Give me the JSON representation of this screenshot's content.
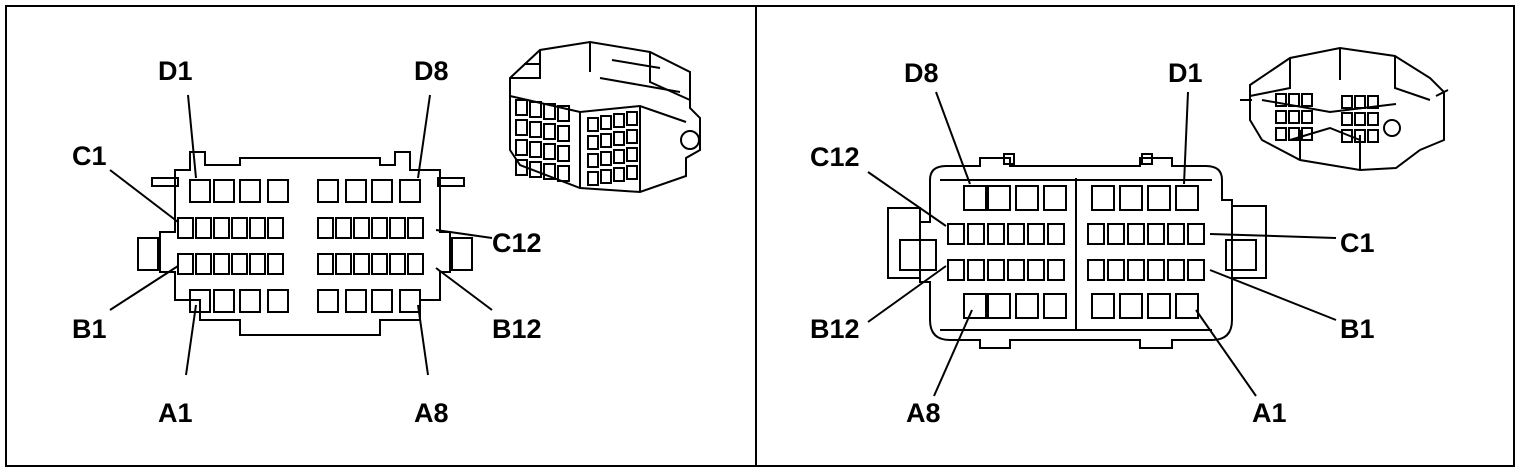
{
  "left_panel": {
    "labels": {
      "d1": "D1",
      "d8": "D8",
      "c1": "C1",
      "c12": "C12",
      "b1": "B1",
      "b12": "B12",
      "a1": "A1",
      "a8": "A8"
    }
  },
  "right_panel": {
    "labels": {
      "d8": "D8",
      "d1": "D1",
      "c12": "C12",
      "c1": "C1",
      "b12": "B12",
      "b1": "B1",
      "a8": "A8",
      "a1": "A1"
    }
  },
  "colors": {
    "line": "#000000",
    "background": "#ffffff"
  }
}
